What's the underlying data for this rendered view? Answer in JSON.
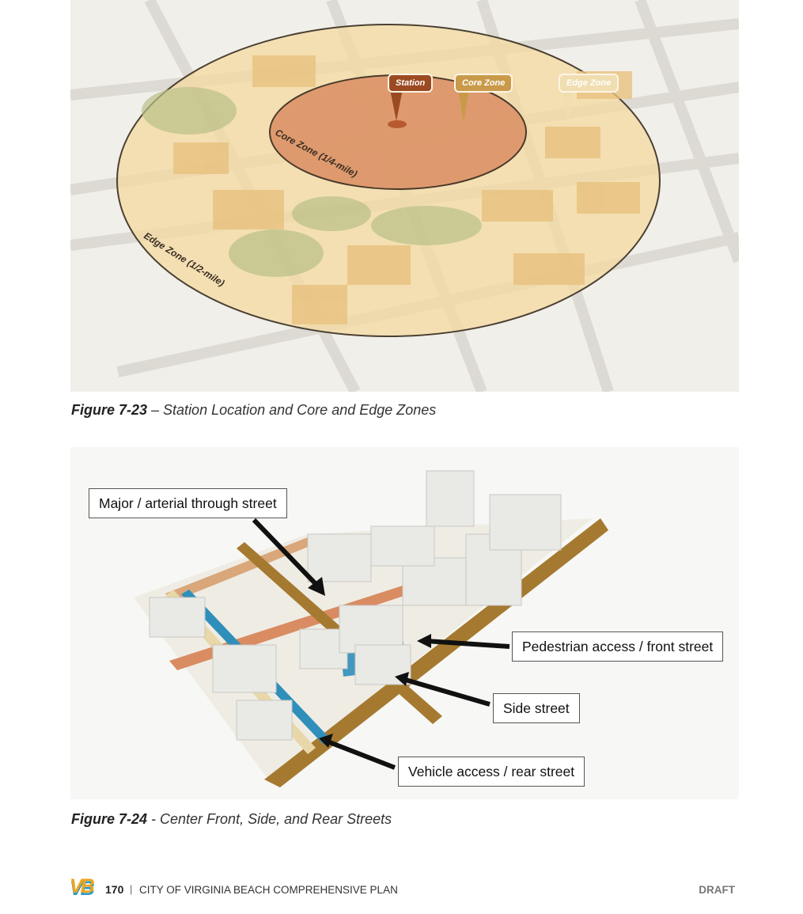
{
  "figure1": {
    "pins": {
      "station": "Station",
      "core_zone": "Core Zone",
      "edge_zone": "Edge Zone"
    },
    "zone_labels": {
      "core": "Core Zone (1/4-mile)",
      "edge": "Edge Zone (1/2-mile)"
    },
    "caption_number": "Figure 7-23",
    "caption_text": " – Station Location and Core and Edge Zones",
    "colors": {
      "station": "#9c4a22",
      "core": "#c99a4a",
      "edge": "#f0ddb0"
    }
  },
  "figure2": {
    "callouts": {
      "major": "Major / arterial through street",
      "pedestrian": "Pedestrian access / front street",
      "side": "Side street",
      "vehicle": "Vehicle access / rear street"
    },
    "caption_number": "Figure 7-24",
    "caption_text": " - Center Front, Side, and Rear Streets"
  },
  "footer": {
    "logo": "VB",
    "page_number": "170",
    "separator": "|",
    "document_title": "CITY OF VIRGINIA BEACH COMPREHENSIVE PLAN",
    "status": "DRAFT"
  }
}
